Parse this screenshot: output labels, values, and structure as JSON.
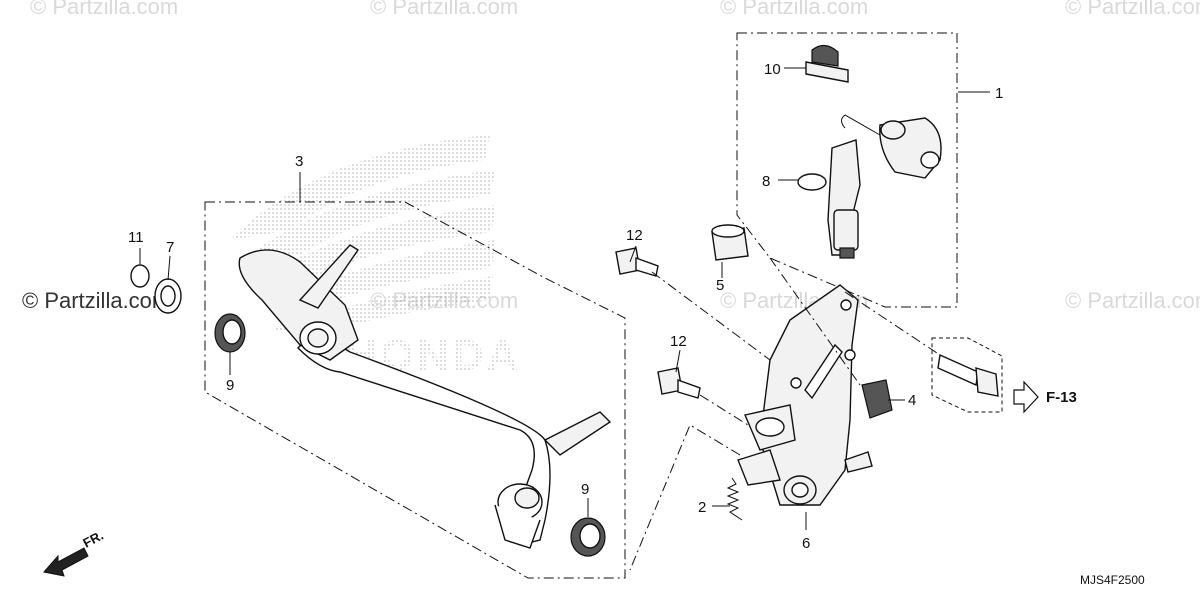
{
  "watermark": {
    "text": "© Partzilla.com"
  },
  "callouts": {
    "c1": "1",
    "c2": "2",
    "c3": "3",
    "c4": "4",
    "c5": "5",
    "c6": "6",
    "c7": "7",
    "c8": "8",
    "c9a": "9",
    "c9b": "9",
    "c10": "10",
    "c11": "11",
    "c12a": "12",
    "c12b": "12"
  },
  "reference": "F-13",
  "direction_label": "FR.",
  "diagram_code": "MJS4F2500",
  "logo_text": "HONDA"
}
